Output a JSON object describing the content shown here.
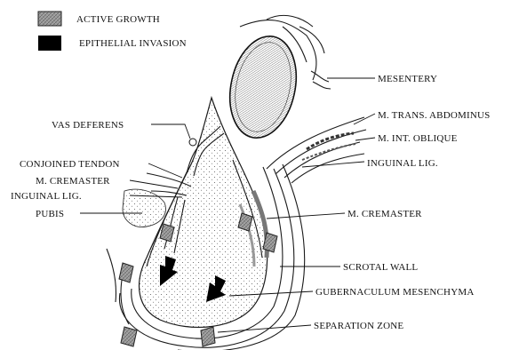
{
  "legend": {
    "active_growth": "ACTIVE GROWTH",
    "epithelial_invasion": "EPITHELIAL INVASION"
  },
  "labels": {
    "mesentery": "MESENTERY",
    "vas_deferens": "VAS DEFERENS",
    "m_trans_abdominus": "M. TRANS. ABDOMINUS",
    "m_int_oblique": "M. INT. OBLIQUE",
    "conjoined_tendon": "CONJOINED TENDON",
    "inguinal_lig_right": "INGUINAL LIG.",
    "m_cremaster_left": "M. CREMASTER",
    "inguinal_lig_left": "INGUINAL LIG.",
    "pubis": "PUBIS",
    "m_cremaster_right": "M. CREMASTER",
    "scrotal_wall": "SCROTAL WALL",
    "gubernaculum_mesenchyma": "GUBERNACULUM MESENCHYMA",
    "separation_zone": "SEPARATION ZONE"
  },
  "colors": {
    "active_growth": "#8f8f8f",
    "epithelial_invasion": "#000000",
    "ink": "#1a1a1a"
  }
}
